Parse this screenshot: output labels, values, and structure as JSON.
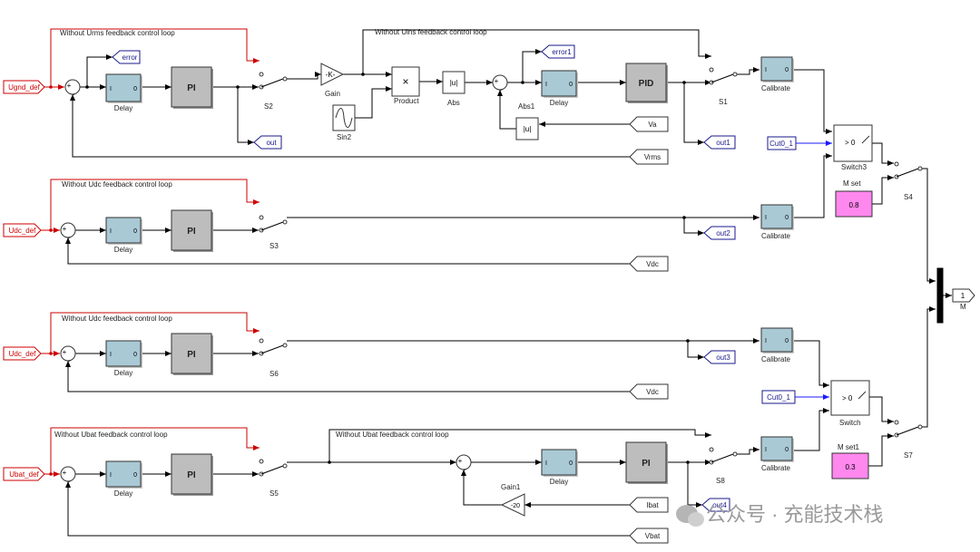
{
  "labels": {
    "urms_loop": "Without Urms feedback control loop",
    "uins_loop": "Without Uins feedback control loop",
    "udc_loop_1": "Without Udc feedback control loop",
    "udc_loop_2": "Without Udc feedback control loop",
    "ubat_loop_1": "Without Ubat feedback control loop",
    "ubat_loop_2": "Without Ubat feedback control loop"
  },
  "inputs": {
    "ugnd_def": "Ugnd_def",
    "udc_def_1": "Udc_def",
    "udc_def_2": "Udc_def",
    "ubat_def": "Ubat_def",
    "cut0_1_a": "Cut0_1",
    "cut0_1_b": "Cut0_1"
  },
  "feedback_inputs": {
    "va": "Va",
    "vrms": "Vrms",
    "vdc_1": "Vdc",
    "vdc_2": "Vdc",
    "ibat": "Ibat",
    "vbat": "Vbat"
  },
  "goto_tags": {
    "error": "error",
    "error1": "error1",
    "out": "out",
    "out1": "out1",
    "out2": "out2",
    "out3": "out3",
    "out4": "out4"
  },
  "blocks": {
    "pi": "PI",
    "pid": "PID",
    "delay": "Delay",
    "calibrate": "Calibrate",
    "gain_symbol": "-K-",
    "gain": "Gain",
    "gain1": "Gain1",
    "gain1_value": "-20",
    "product": "Product",
    "product_symbol": "×",
    "abs_symbol": "|u|",
    "abs": "Abs",
    "abs1": "Abs1",
    "sin2": "Sin2",
    "switch3": "Switch3",
    "switch": "Switch",
    "switch_threshold": "> 0",
    "mux_out_number": "1",
    "mux_out_name": "M",
    "m_set": "M set",
    "m_set_value": "0.8",
    "m_set1": "M set1",
    "m_set1_value": "0.3",
    "sum_plus": "+",
    "sum_minus": "-",
    "port_i": "I",
    "port_o": "0"
  },
  "switches": {
    "s1": "S1",
    "s2": "S2",
    "s3": "S3",
    "s4": "S4",
    "s5": "S5",
    "s6": "S6",
    "s7": "S7",
    "s8": "S8"
  },
  "watermark": "公众号 · 充能技术栈",
  "colors": {
    "line": "#000000",
    "red_line": "#cc0000",
    "blue_line": "#1a1aff",
    "delay_fill": "#a9c9d4",
    "pi_fill": "#bdbdbd",
    "const_fill": "#ff88ee",
    "tag_border": "#1a1a8c"
  }
}
